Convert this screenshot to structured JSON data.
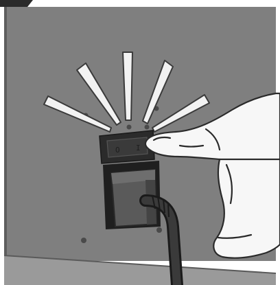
{
  "figure": {
    "subject": "printer-power-switch",
    "switch_state": "on",
    "switch_labels": {
      "off": "O",
      "on": "I"
    },
    "colors": {
      "panel": "#7f7f7f",
      "panel_edge": "#4a4a4a",
      "floor": "#9a9a9a",
      "switch_housing": "#2b2b2b",
      "switch_rocker": "#3a3a3a",
      "plug": "#5a5a5a",
      "cable": "#2a2a2a",
      "hand": "#f7f7f7",
      "burst": "#f2f2f2"
    }
  }
}
